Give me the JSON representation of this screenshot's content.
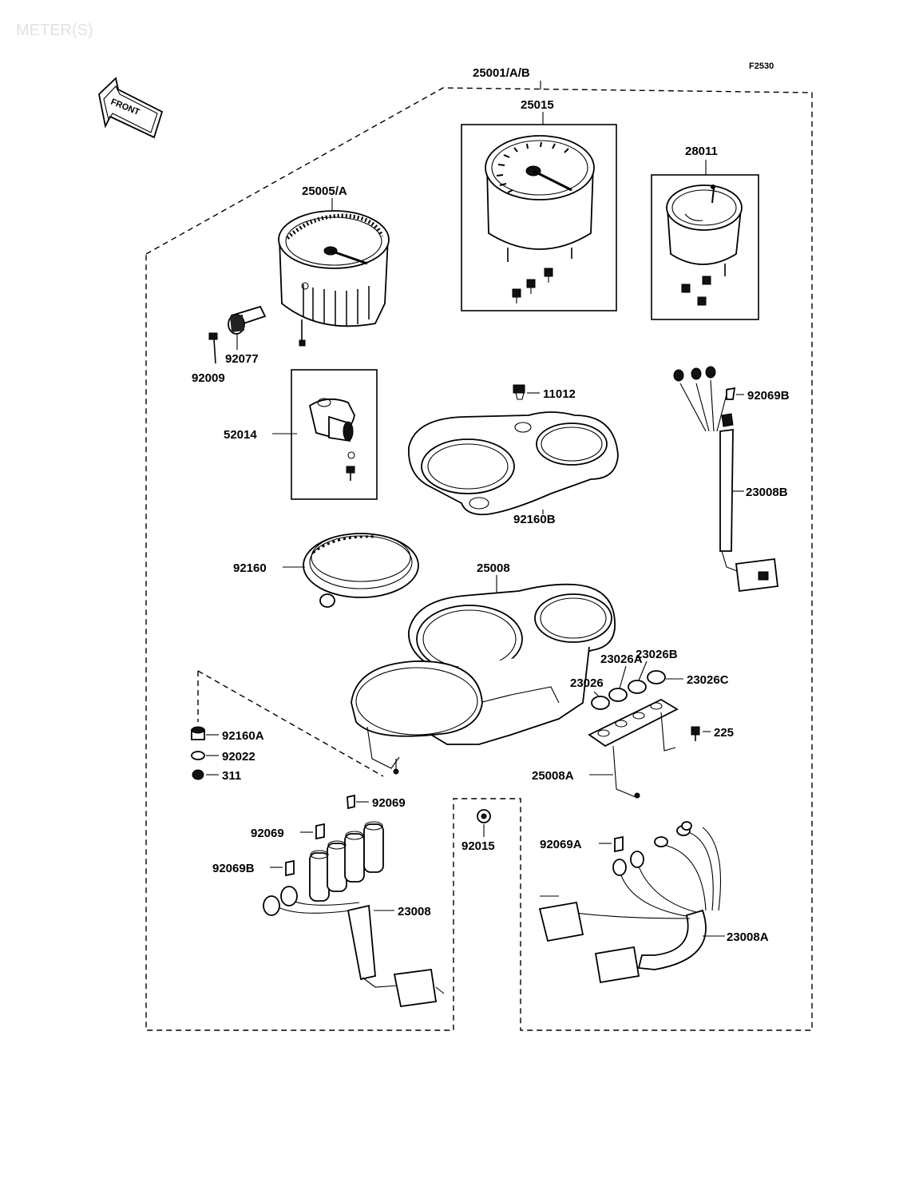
{
  "watermark": "METER(S)",
  "figure_code": "F2530",
  "direction_label": "FRONT",
  "parts": {
    "p25001": "25001/A/B",
    "p25015": "25015",
    "p28011": "28011",
    "p25005": "25005/A",
    "p92077": "92077",
    "p92009": "92009",
    "p11012": "11012",
    "p92069B_top": "92069B",
    "p52014": "52014",
    "p92160B": "92160B",
    "p23008B": "23008B",
    "p92160": "92160",
    "p25008": "25008",
    "p23026A": "23026A",
    "p23026B": "23026B",
    "p23026": "23026",
    "p23026C": "23026C",
    "p92160A": "92160A",
    "p92022": "92022",
    "p311": "311",
    "p225": "225",
    "p25008A": "25008A",
    "p92069_a": "92069",
    "p92069_b": "92069",
    "p92015": "92015",
    "p92069A": "92069A",
    "p92069B_bot": "92069B",
    "p23008": "23008",
    "p23008A": "23008A"
  }
}
